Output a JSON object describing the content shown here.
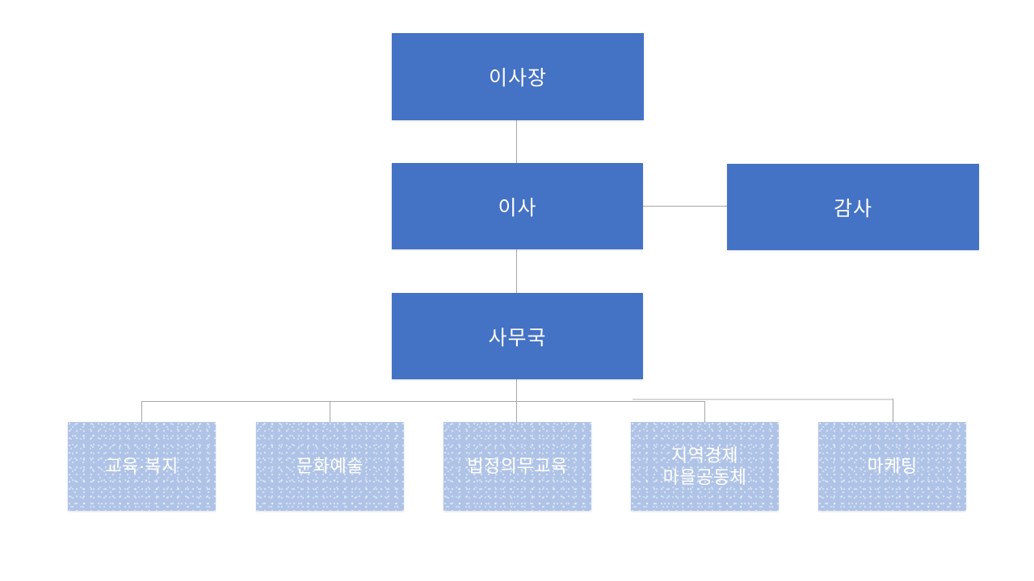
{
  "org_chart": {
    "chairman": {
      "label": "이사장"
    },
    "director": {
      "label": "이사"
    },
    "auditor": {
      "label": "감사"
    },
    "secretariat": {
      "label": "사무국"
    },
    "departments": [
      {
        "label": "교육·복지"
      },
      {
        "label": "문화예술"
      },
      {
        "label": "법정의무교육"
      },
      {
        "label": "지역경제\n마을공동체"
      },
      {
        "label": "마케팅"
      }
    ]
  },
  "colors": {
    "node_fill": "#4472C4",
    "department_fill": "#B4C7E7",
    "department_dot": "#DCE5F4",
    "connector": "#A6A6A6",
    "connector_light": "#D9D9D9",
    "text": "#FFFFFF",
    "background": "#FFFFFF"
  }
}
